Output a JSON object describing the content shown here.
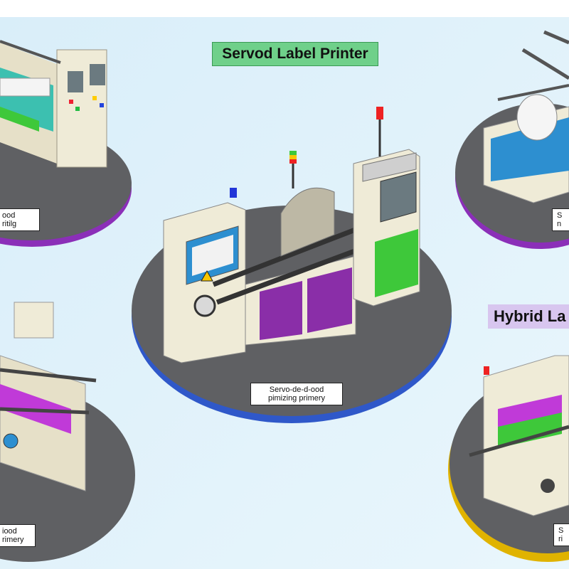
{
  "title": "Servod Label Printer",
  "hybrid_label": "Hybrid La",
  "center_caption": {
    "line1": "Servo-de-d-ood",
    "line2": "pimizing primery"
  },
  "left_top_caption": {
    "line1": "ood",
    "line2": "ritilg"
  },
  "left_bottom_caption": {
    "line1": "iood",
    "line2": "rimery"
  },
  "right_top_caption": {
    "line1": "S",
    "line2": "n"
  },
  "right_bottom_caption": {
    "line1": "S",
    "line2": "ri"
  },
  "colors": {
    "background": "#e3f2fb",
    "platform": "#5f6063",
    "machine_body": "#efebd7",
    "purple_panel": "#8a2ea8",
    "green_panel": "#3ec83a",
    "blue_ring": "#2f58c9",
    "purple_ring": "#8b2fb8",
    "yellow_ring": "#e0b300"
  },
  "icons": [
    "warning-icon",
    "signal-tower-icon",
    "control-screen-icon",
    "roller-icon"
  ]
}
